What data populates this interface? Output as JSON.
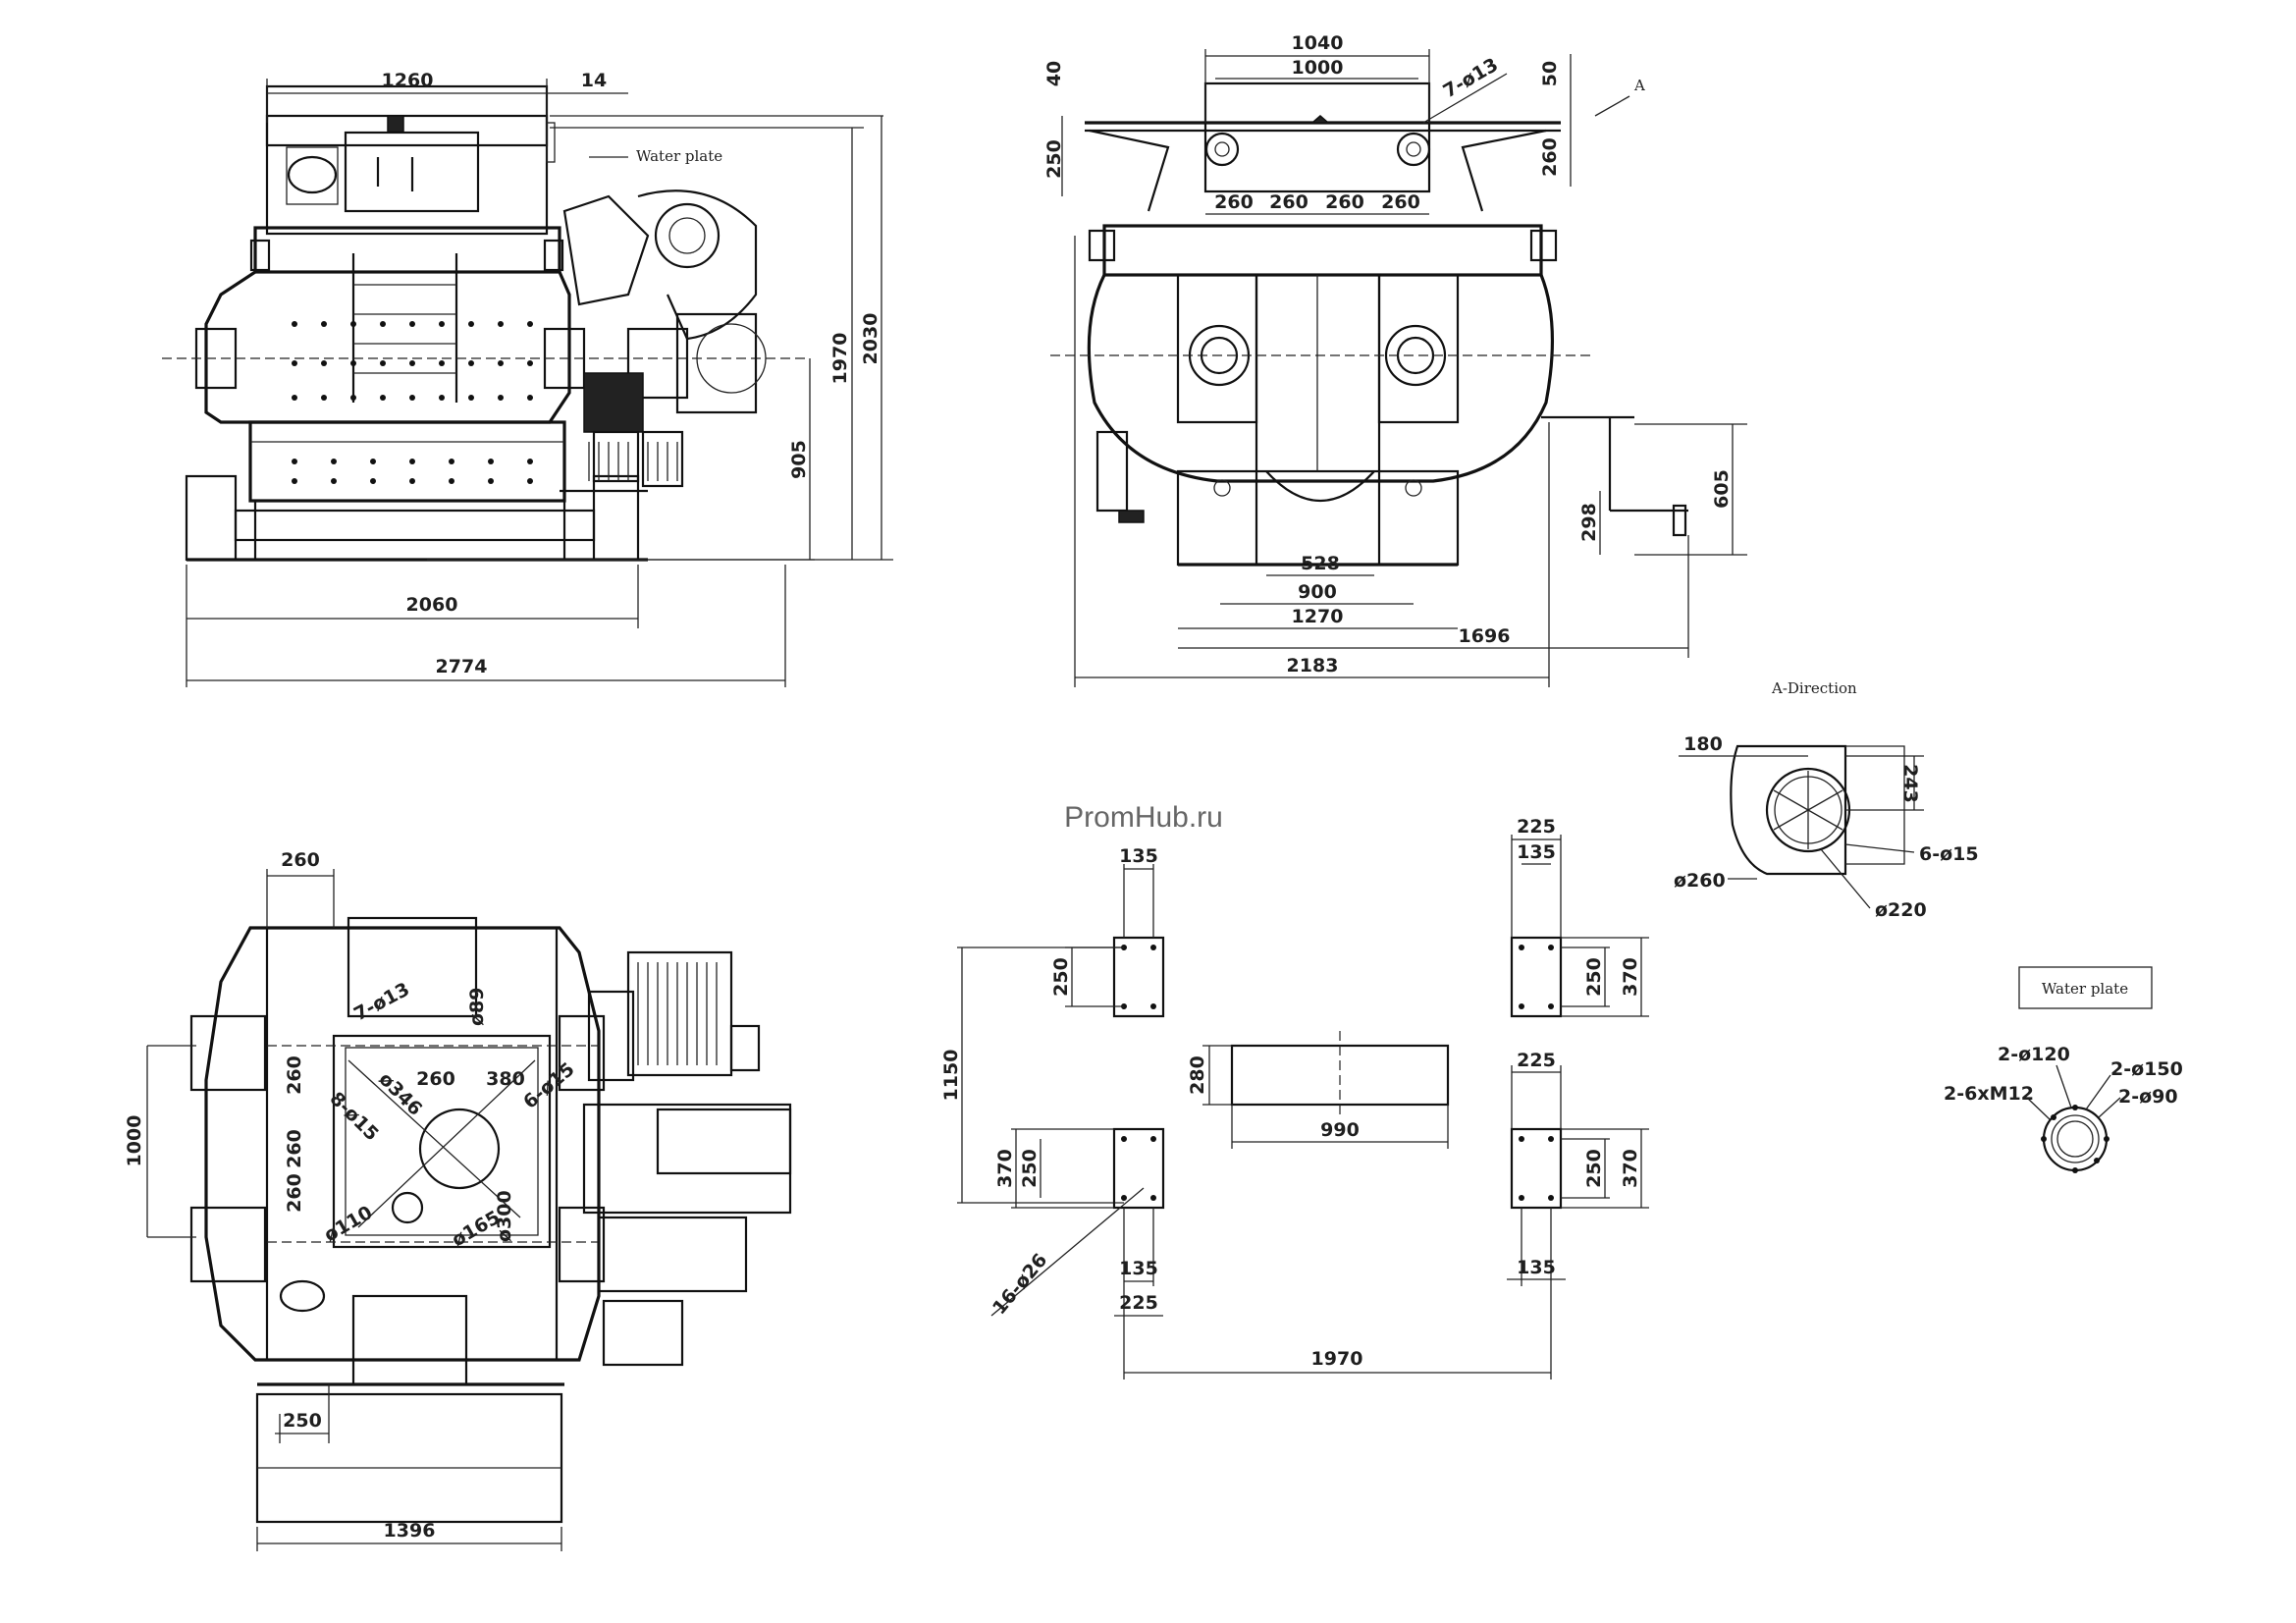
{
  "watermark": "PromHub.ru",
  "notes": {
    "water_plate_arrow": "Water plate",
    "direction_a": "A",
    "a_direction_title": "A-Direction",
    "water_plate_box": "Water plate"
  },
  "front_view": {
    "dim_top_width": "1260",
    "dim_top_gap": "14",
    "dim_height_overall": "2030",
    "dim_height_body": "1970",
    "dim_height_axis": "905",
    "dim_base": "2060",
    "dim_overall_width": "2774"
  },
  "side_view": {
    "dim_top_outer": "1040",
    "dim_top_inner": "1000",
    "dim_holes": "7-ø13",
    "dim_left_top": "40",
    "dim_right_top": "50",
    "dim_left_height": "250",
    "dim_right_height": "260",
    "dim_seg1": "260",
    "dim_seg2": "260",
    "dim_seg3": "260",
    "dim_seg4": "260",
    "dim_outlet": "528",
    "dim_frame_inner": "900",
    "dim_frame_outer": "1270",
    "dim_overall": "2183",
    "dim_right_ext": "1696",
    "dim_bracket_height": "605",
    "dim_bracket_low": "298"
  },
  "plan_view": {
    "dim_top_left": "260",
    "dim_holes": "7-ø13",
    "dim_dia89": "ø89",
    "dim_d346": "ø346",
    "dim_d15": "8-ø15",
    "dim_260a": "260",
    "dim_260b": "260",
    "dim_260c": "260",
    "dim_260d": "260",
    "dim_380": "380",
    "dim_6holes": "6-ø15",
    "dim_d110": "ø110",
    "dim_d165": "ø165",
    "dim_d300": "ø300",
    "dim_height": "1000",
    "dim_bottom_left": "250",
    "dim_bottom": "1396"
  },
  "foundation": {
    "tl_w": "135",
    "tl_h": "250",
    "tr_w_outer": "225",
    "tr_w_inner": "135",
    "tr_h_inner": "250",
    "tr_h_outer": "370",
    "span_v": "1150",
    "center_h": "280",
    "center_w": "990",
    "bl_h_outer": "370",
    "bl_h_inner": "250",
    "bl_w_inner": "135",
    "bl_w_outer": "225",
    "br_w_outer": "225",
    "br_h_inner": "250",
    "br_h_outer": "370",
    "br_w_inner": "135",
    "anchor_holes": "16-ø26",
    "span_h": "1970"
  },
  "a_direction": {
    "dim_180": "180",
    "dim_243": "243",
    "dim_holes": "6-ø15",
    "dim_d260": "ø260",
    "dim_d220": "ø220"
  },
  "water_plate": {
    "d120": "2-ø120",
    "d150": "2-ø150",
    "m12": "2-6xM12",
    "d90": "2-ø90"
  }
}
